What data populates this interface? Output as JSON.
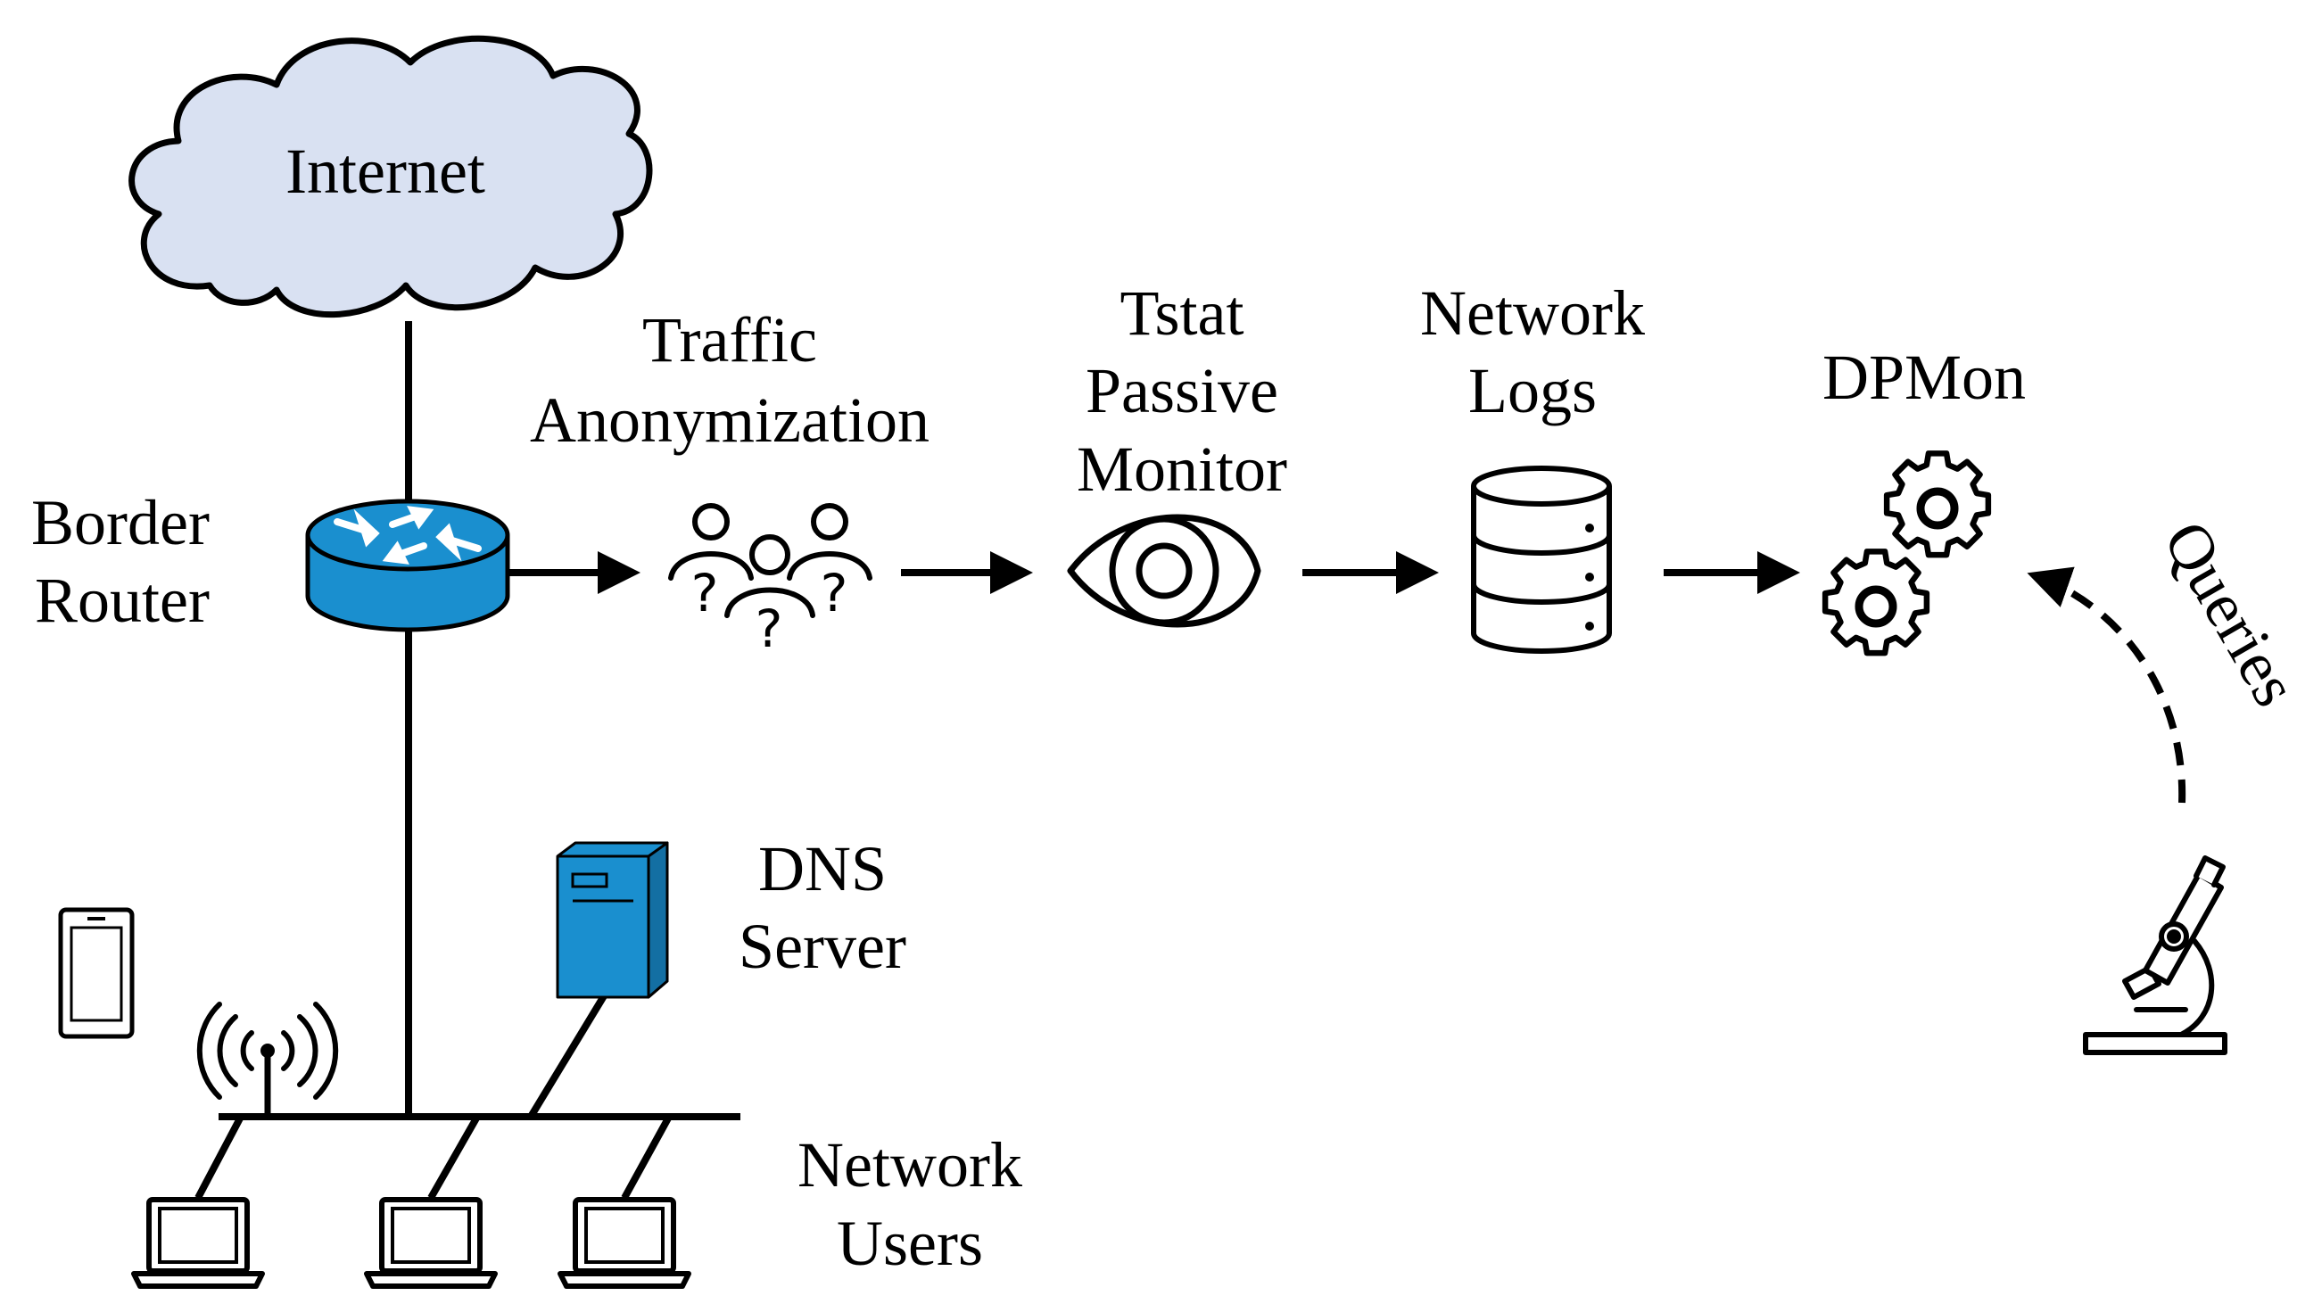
{
  "nodes": {
    "internet": "Internet",
    "border_router": [
      "Border",
      "Router"
    ],
    "traffic_anonymization": [
      "Traffic",
      "Anonymization"
    ],
    "tstat": [
      "Tstat",
      "Passive",
      "Monitor"
    ],
    "network_logs": [
      "Network",
      "Logs"
    ],
    "dpmon": "DPMon",
    "queries": "Queries",
    "dns_server": [
      "DNS",
      "Server"
    ],
    "network_users": [
      "Network",
      "Users"
    ]
  },
  "icons": [
    "cloud-icon",
    "router-icon",
    "anonymous-users-icon",
    "eye-icon",
    "database-icon",
    "gears-icon",
    "microscope-icon",
    "server-tower-icon",
    "smartphone-icon",
    "wireless-antenna-icon",
    "laptop-icon"
  ],
  "colors": {
    "cloud_fill": "#d9e1f2",
    "router_blue": "#1a8fcf",
    "server_blue": "#1a8fcf"
  }
}
